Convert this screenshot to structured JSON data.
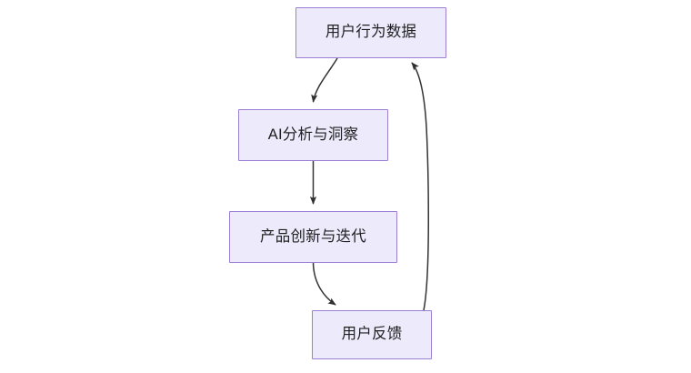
{
  "diagram": {
    "type": "flowchart",
    "direction": "top-down-with-feedback-loop",
    "background_color": "#ffffff",
    "node_fill_color": "#ECEAFB",
    "node_border_color": "#9B7FD4",
    "node_text_color": "#1f2020",
    "edge_color": "#333333",
    "nodes": [
      {
        "id": "user-behavior-data",
        "label": "用户行为数据"
      },
      {
        "id": "ai-analysis",
        "label": "AI分析与洞察"
      },
      {
        "id": "product-innovation",
        "label": "产品创新与迭代"
      },
      {
        "id": "user-feedback",
        "label": "用户反馈"
      }
    ],
    "edges": [
      {
        "id": "edge-data-to-analysis",
        "from": "user-behavior-data",
        "to": "ai-analysis",
        "label": "",
        "style": "curved-arrow"
      },
      {
        "id": "edge-analysis-to-product",
        "from": "ai-analysis",
        "to": "product-innovation",
        "label": "",
        "style": "straight-arrow"
      },
      {
        "id": "edge-product-to-feedback",
        "from": "product-innovation",
        "to": "user-feedback",
        "label": "",
        "style": "curved-arrow"
      },
      {
        "id": "edge-feedback-to-data",
        "from": "user-feedback",
        "to": "user-behavior-data",
        "label": "",
        "style": "curved-feedback-arrow"
      }
    ]
  }
}
